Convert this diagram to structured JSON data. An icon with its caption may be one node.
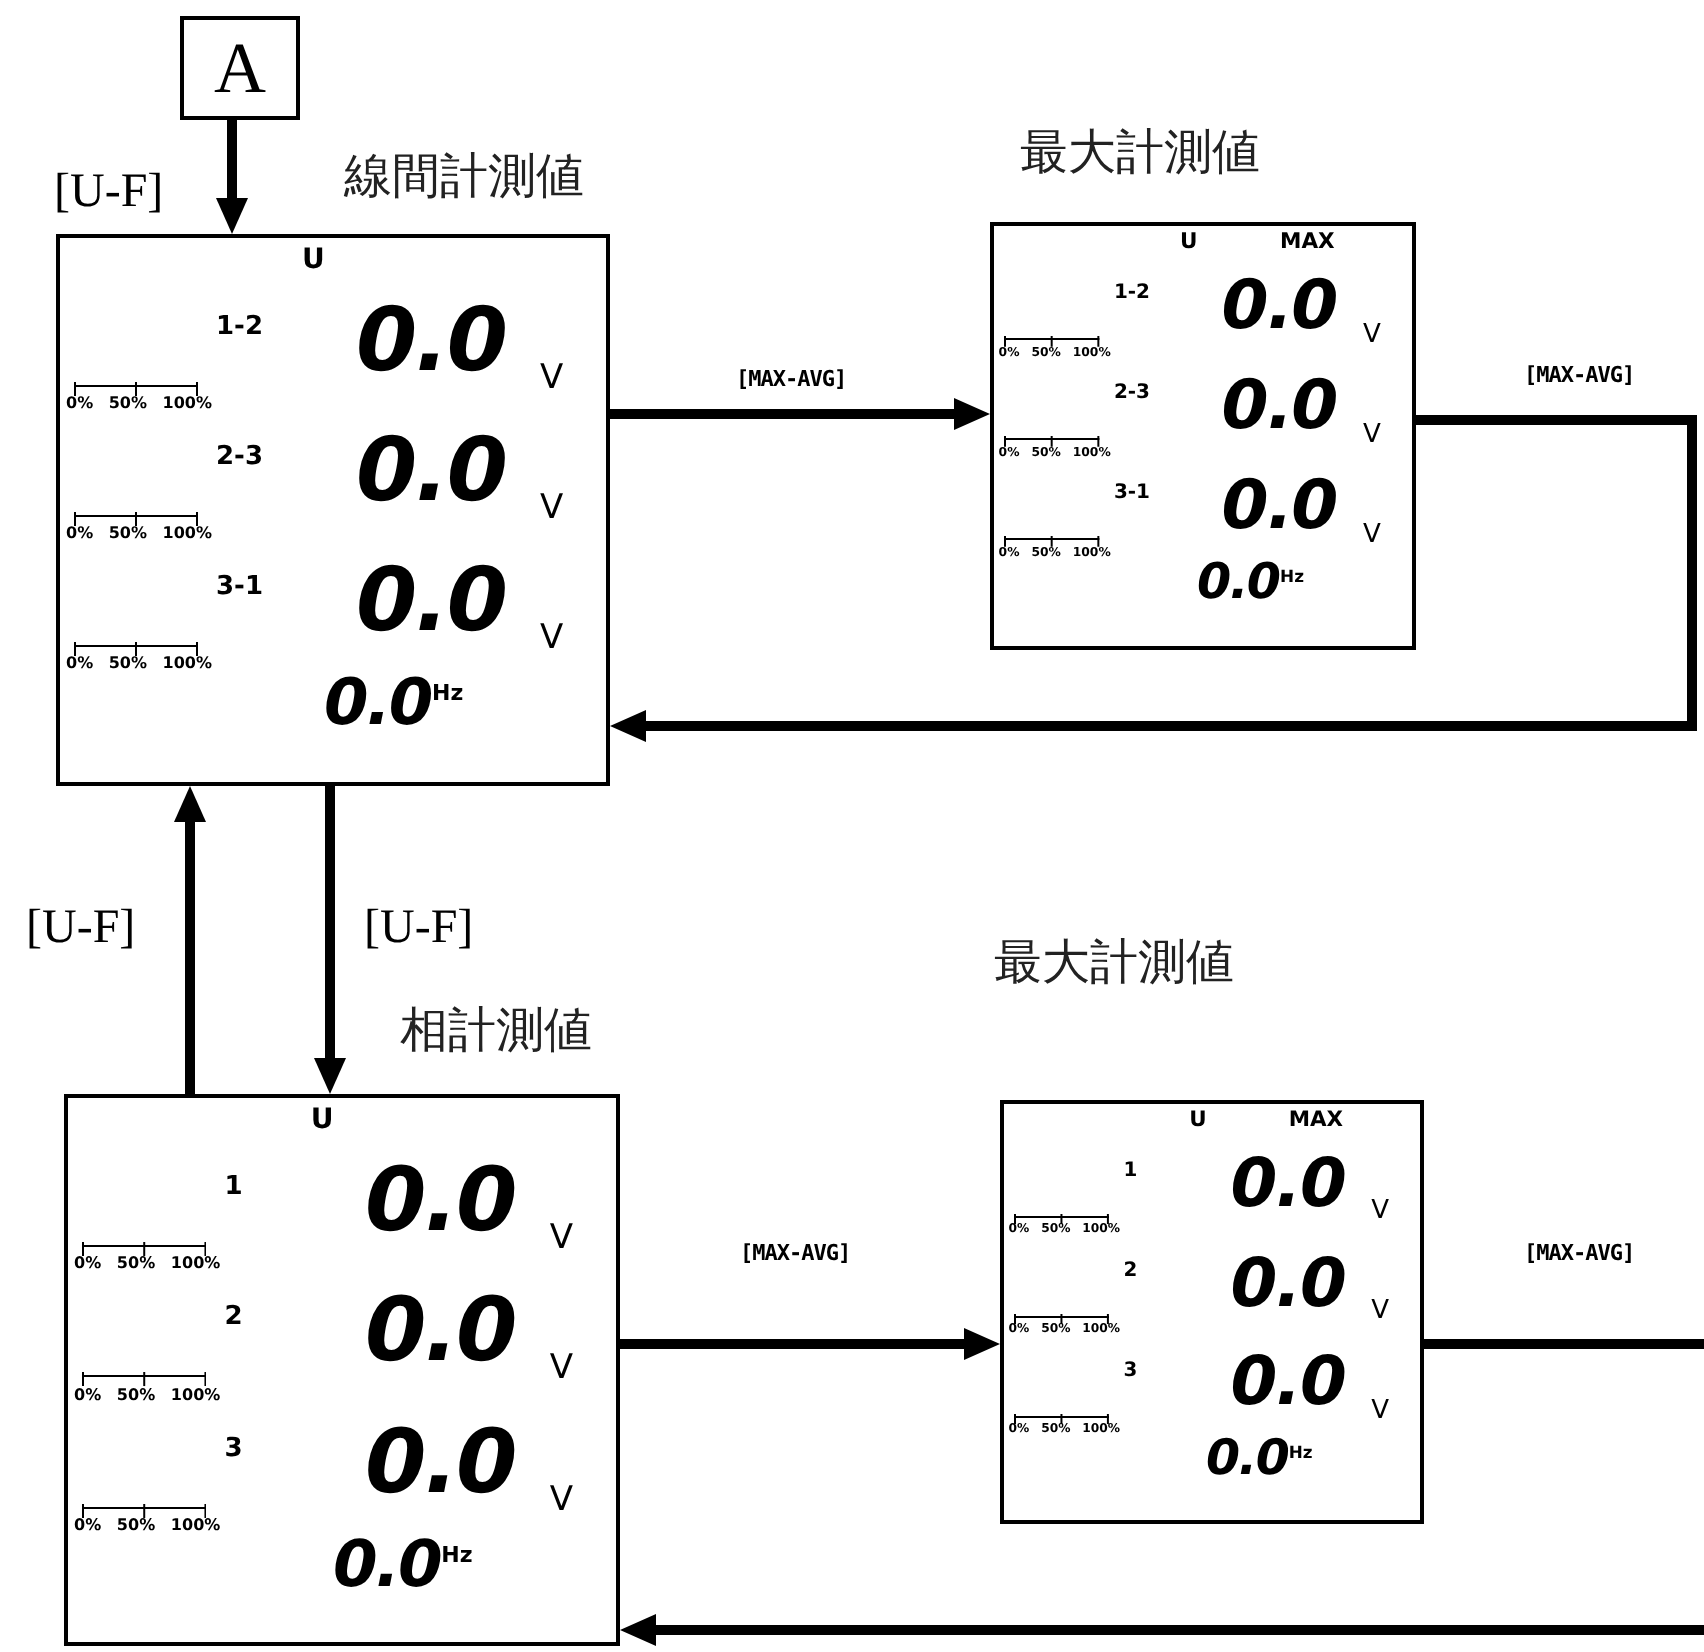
{
  "diagram": {
    "nodes": [
      {
        "text": [
          "A"
        ]
      },
      {
        "text": [
          "U",
          "1-2",
          "0.0",
          "V",
          "0% 50% 100%",
          "2-3",
          "0.0",
          "V",
          "0% 50% 100%",
          "3-1",
          "0.0",
          "V",
          "0% 50% 100%",
          "0.0",
          "Hz"
        ],
        "beside": [
          "線間計測値"
        ]
      },
      {
        "text": [
          "U",
          "MAX",
          "1-2",
          "0.0",
          "V",
          "0% 50% 100%",
          "2-3",
          "0.0",
          "V",
          "0% 50% 100%",
          "3-1",
          "0.0",
          "V",
          "0% 50% 100%",
          "0.0",
          "Hz"
        ],
        "beside": [
          "最大計測値"
        ]
      },
      {
        "text": [
          "U",
          "1",
          "0.0",
          "V",
          "0% 50% 100%",
          "2",
          "0.0",
          "V",
          "0% 50% 100%",
          "3",
          "0.0",
          "V",
          "0% 50% 100%",
          "0.0",
          "Hz"
        ],
        "beside": [
          "相計測値"
        ]
      },
      {
        "text": [
          "U",
          "MAX",
          "1",
          "0.0",
          "V",
          "0% 50% 100%",
          "2",
          "0.0",
          "V",
          "0% 50% 100%",
          "3",
          "0.0",
          "V",
          "0% 50% 100%",
          "0.0",
          "Hz"
        ],
        "beside": [
          "最大計測値"
        ]
      }
    ],
    "edges": [
      {
        "from": 0,
        "to": 1,
        "arrow": "to",
        "label": "[U-F]"
      },
      {
        "from": 1,
        "to": 2,
        "arrow": "to",
        "label": "[MAX-AVG]"
      },
      {
        "from": 2,
        "to": 1,
        "arrow": "to",
        "label": "[MAX-AVG]"
      },
      {
        "from": 3,
        "to": 1,
        "arrow": "to",
        "label": "[U-F]"
      },
      {
        "from": 1,
        "to": 3,
        "arrow": "to",
        "label": "[U-F]"
      },
      {
        "from": 3,
        "to": 4,
        "arrow": "to",
        "label": "[MAX-AVG]"
      },
      {
        "from": 4,
        "to": null,
        "arrow": "none",
        "label": "[MAX-AVG]"
      },
      {
        "from": null,
        "to": 3,
        "arrow": "to"
      }
    ]
  }
}
